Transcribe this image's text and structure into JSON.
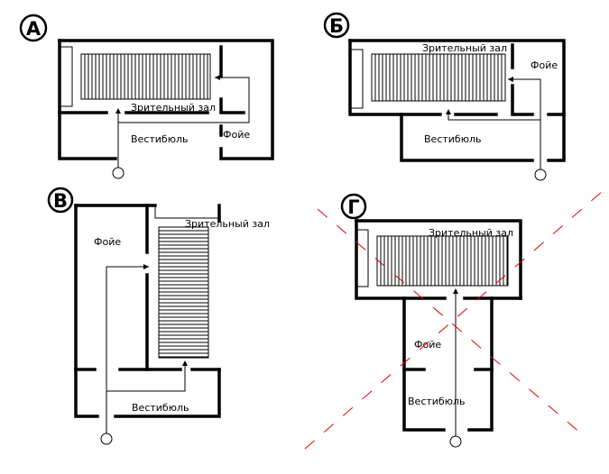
{
  "diagrams": [
    {
      "letter": "А",
      "labels": {
        "hall": "Зрительный зал",
        "lobby": "Вестибюль",
        "foyer": "Фойе"
      }
    },
    {
      "letter": "Б",
      "labels": {
        "hall": "Зрительный зал",
        "lobby": "Вестибюль",
        "foyer": "Фойе"
      }
    },
    {
      "letter": "В",
      "labels": {
        "hall": "Зрительный зал",
        "lobby": "Вестибюль",
        "foyer": "Фойе"
      }
    },
    {
      "letter": "Г",
      "labels": {
        "hall": "Зрительный зал",
        "lobby": "Вестибюль",
        "foyer": "Фойе"
      },
      "crossed_out": true
    }
  ],
  "colors": {
    "walls": "#000000",
    "cross": "#e00000"
  }
}
